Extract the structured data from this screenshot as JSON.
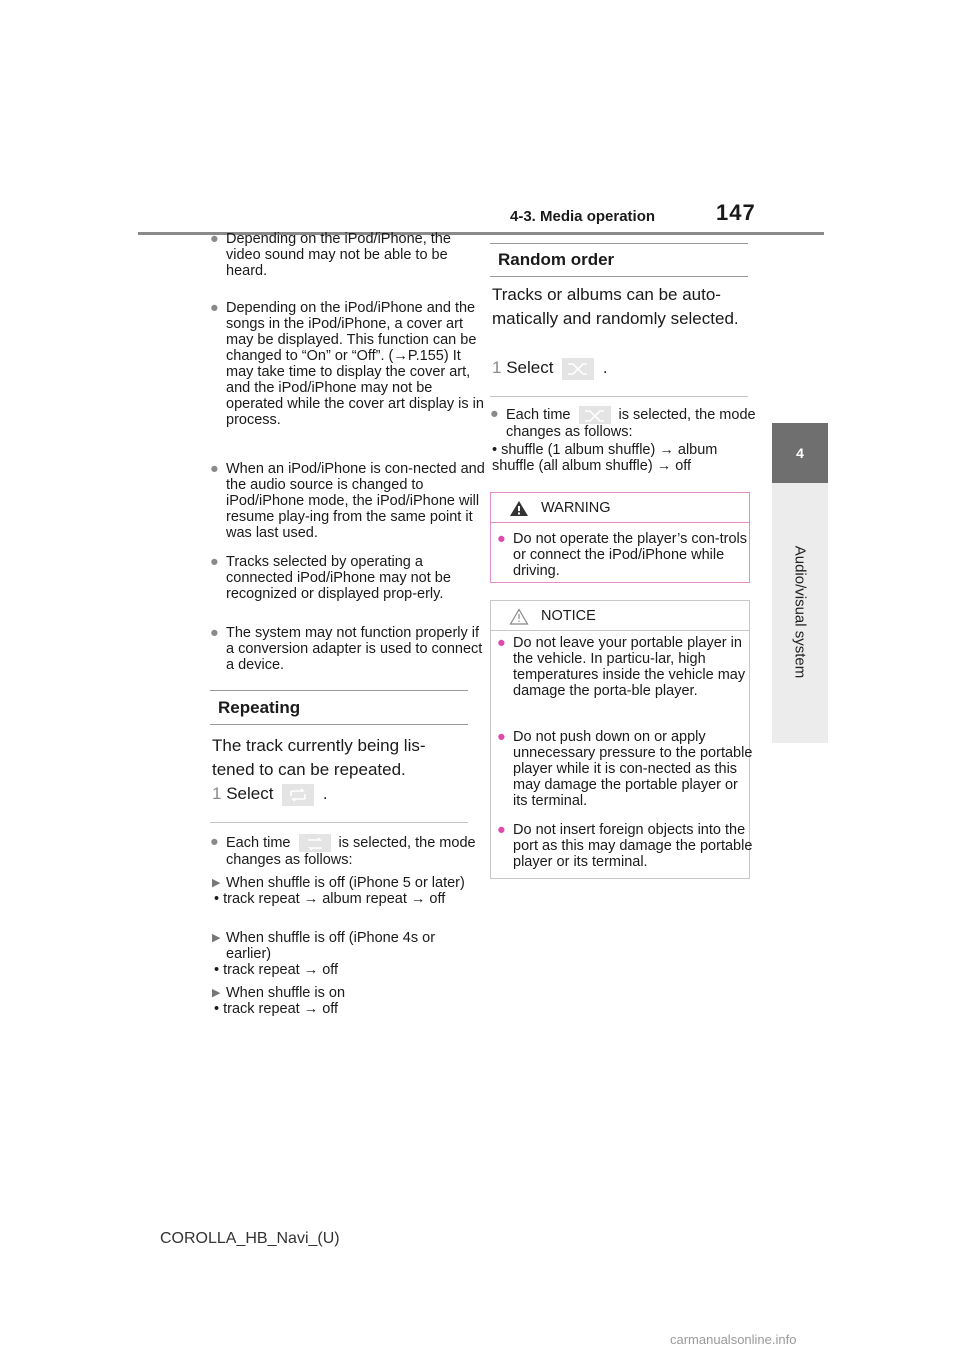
{
  "header": {
    "section": "4-3. Media operation",
    "page_number": "147"
  },
  "side_tab": {
    "number": "4",
    "label": "Audio/visual system"
  },
  "left_column": {
    "bullets": [
      "Depending on the iPod/iPhone, the video sound may not be able to be heard.",
      "Depending on the iPod/iPhone and the songs in the iPod/iPhone, a cover art may be displayed. This function can be changed to “On” or “Off”. (→P.155) It may take time to display the cover art, and the iPod/iPhone may not be operated while the cover art display is in process.",
      "When an iPod/iPhone is con-nected and the audio source is changed to iPod/iPhone mode, the iPod/iPhone will resume play-ing from the same point it was last used.",
      "Tracks selected by operating a connected iPod/iPhone may not be recognized or displayed prop-erly.",
      "The system may not function properly if a conversion adapter is used to connect a device."
    ],
    "repeating": {
      "title": "Repeating",
      "intro": "The track currently being lis-tened to can be repeated.",
      "step_number": "1",
      "step_text": "Select",
      "step_end": ".",
      "note_prefix": "Each time",
      "note_suffix": "is selected, the mode changes as follows:",
      "cases": [
        {
          "condition": "When shuffle is off (iPhone 5 or later)",
          "sequence": "• track repeat → album repeat → off"
        },
        {
          "condition": "When shuffle is off (iPhone 4s or earlier)",
          "sequence": "• track repeat → off"
        },
        {
          "condition": "When shuffle is on",
          "sequence": "• track repeat → off"
        }
      ]
    }
  },
  "right_column": {
    "random": {
      "title": "Random order",
      "intro": "Tracks or albums can be auto-matically and randomly selected.",
      "step_number": "1",
      "step_text": "Select",
      "step_end": ".",
      "note_prefix": "Each time",
      "note_suffix": "is selected, the mode changes as follows:",
      "sequence": "• shuffle (1 album shuffle) → album shuffle (all album shuffle) → off"
    },
    "warning": {
      "label": "WARNING",
      "items": [
        "Do not operate the player’s con-trols or connect the iPod/iPhone while driving."
      ]
    },
    "notice": {
      "label": "NOTICE",
      "items": [
        "Do not leave your portable player in the vehicle. In particu-lar, high temperatures inside the vehicle may damage the porta-ble player.",
        "Do not push down on or apply unnecessary pressure to the portable player while it is con-nected as this may damage the portable player or its terminal.",
        "Do not insert foreign objects into the port as this may damage the portable player or its terminal."
      ]
    }
  },
  "footer": "COROLLA_HB_Navi_(U)",
  "watermark": "carmanualsonline.info",
  "colors": {
    "warning_border": "#e58bc8",
    "bullet_pink": "#e04aa8",
    "tab_dark": "#6f6f6f"
  }
}
